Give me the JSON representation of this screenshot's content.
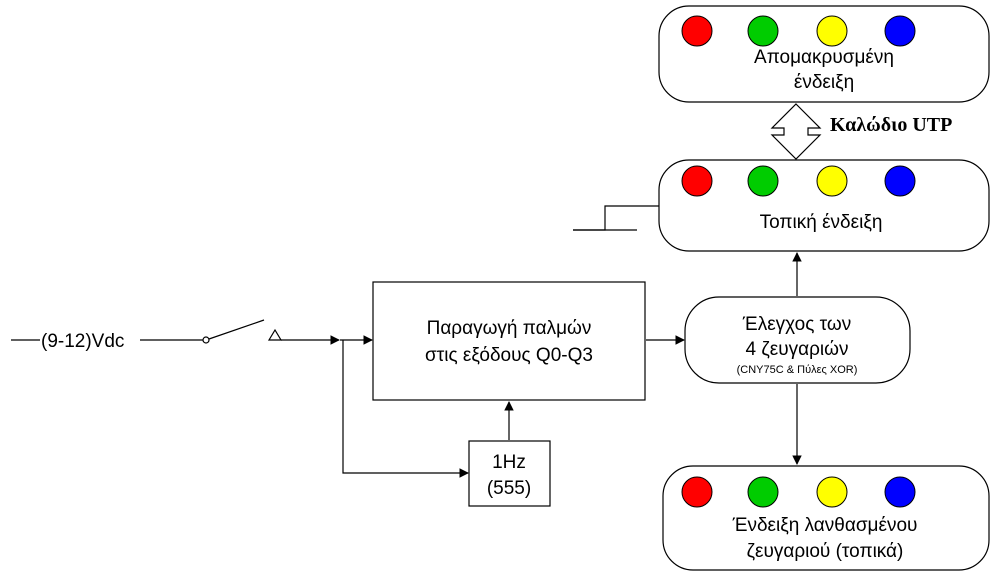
{
  "colors": {
    "red": "#ff0000",
    "green": "#00cc00",
    "yellow": "#ffff00",
    "blue": "#0000ff"
  },
  "remote_display": {
    "line1": "Απομακρυσμένη",
    "line2": "ένδειξη",
    "leds": [
      "red",
      "green",
      "yellow",
      "blue"
    ]
  },
  "cable_label": "Καλώδιο UTP",
  "local_display": {
    "label": "Τοπική ένδειξη",
    "leds": [
      "red",
      "green",
      "yellow",
      "blue"
    ]
  },
  "power_input": {
    "label": "(9-12)Vdc"
  },
  "pulse_generator": {
    "line1": "Παραγωγή παλμών",
    "line2": "στις εξόδους Q0-Q3"
  },
  "clock": {
    "line1": "1Hz",
    "line2": "(555)"
  },
  "checker": {
    "line1": "Έλεγχος των",
    "line2": "4 ζευγαριών",
    "line3": "(CNY75C & Πύλες XOR)"
  },
  "error_display": {
    "line1": "Ένδειξη λανθασμένου",
    "line2": "ζευγαριού (τοπικά)",
    "leds": [
      "red",
      "green",
      "yellow",
      "blue"
    ]
  }
}
